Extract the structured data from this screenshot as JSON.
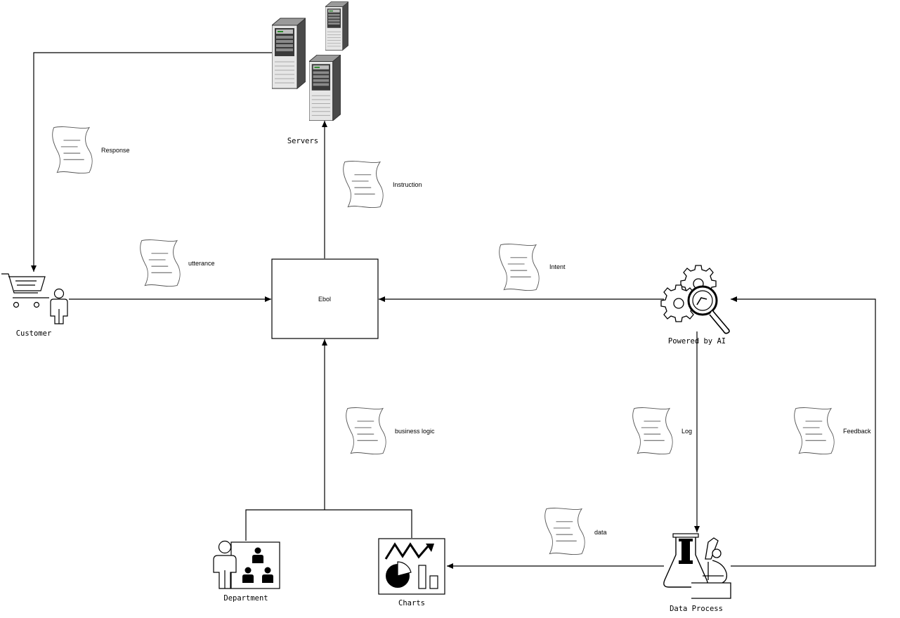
{
  "diagram": {
    "nodes": {
      "customer": "Customer",
      "ebol": "Ebol",
      "servers": "Servers",
      "powered_by_ai": "Powered by AI",
      "department": "Department",
      "charts": "Charts",
      "data_process": "Data Process"
    },
    "messages": {
      "response": "Response",
      "instruction": "Instruction",
      "utterance": "utterance",
      "intent": "Intent",
      "business_logic": "business logic",
      "log": "Log",
      "feedback": "Feedback",
      "data": "data"
    }
  },
  "icons": {
    "customer": "shopping-cart-person-icon",
    "servers": "server-tower-icon",
    "powered_by_ai": "gears-magnifier-icon",
    "department": "presentation-org-chart-icon",
    "charts": "chart-board-icon",
    "data_process": "lab-flask-microscope-icon",
    "message": "document-scroll-icon"
  }
}
